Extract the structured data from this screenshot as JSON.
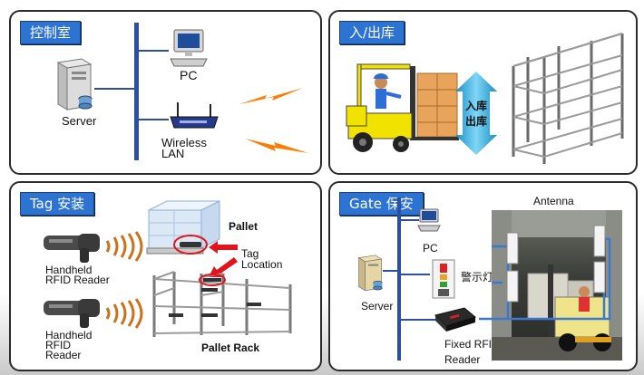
{
  "panels": {
    "control_room": {
      "title": "控制室",
      "server_label": "Server",
      "pc_label": "PC",
      "wireless_label_line1": "Wireless",
      "wireless_label_line2": "LAN"
    },
    "inout_warehouse": {
      "title": "入/出库",
      "arrow_label_line1": "入库",
      "arrow_label_line2": "出库"
    },
    "tag_install": {
      "title": "Tag 安装",
      "pallet_label": "Pallet",
      "tag_location_line1": "Tag",
      "tag_location_line2": "Location",
      "pallet_rack_label": "Pallet Rack",
      "reader1_line1": "Handheld",
      "reader1_line2": "RFID Reader",
      "reader2_line1": "Handheld",
      "reader2_line2": "RFID",
      "reader2_line3": "Reader"
    },
    "gate_security": {
      "title": "Gate 保安",
      "antenna_label": "Antenna",
      "pc_label": "PC",
      "alarm_label": "警示灯",
      "server_label": "Server",
      "fixed_reader_line1": "Fixed RFID",
      "fixed_reader_line2": "Reader"
    }
  },
  "colors": {
    "title_bg": "#2c73d2",
    "network_line": "#2d4fa3",
    "lightning": "#ff7a00",
    "forklift": "#f2e200",
    "boxes": "#e8a45a",
    "arrow": "#2aa6d6",
    "tag_red": "#e0141c"
  }
}
